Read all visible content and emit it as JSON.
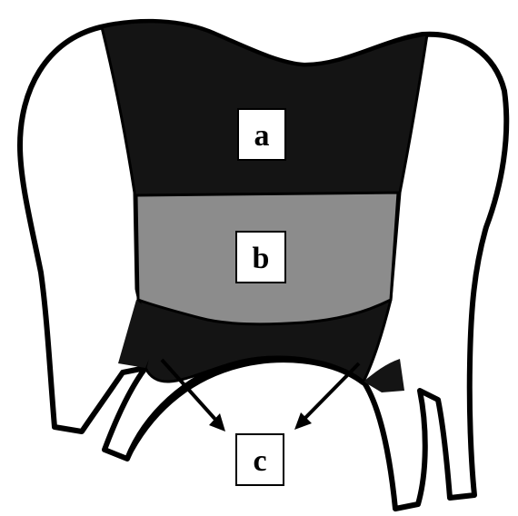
{
  "diagram": {
    "labels": {
      "a": "a",
      "b": "b",
      "c": "c"
    },
    "colors": {
      "outline": "#000000",
      "dark_region": "#141414",
      "gray_region": "#8c8c8c",
      "background": "#ffffff",
      "label_box": "#ffffff"
    }
  }
}
